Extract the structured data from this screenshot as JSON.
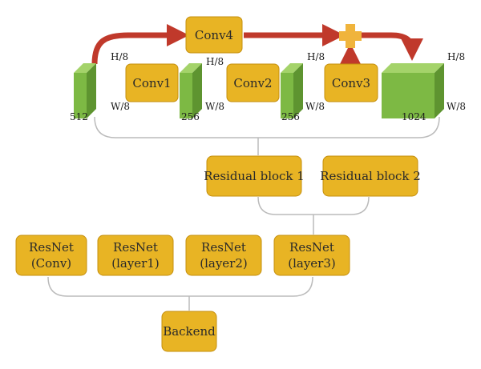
{
  "top_block": {
    "conv1": "Conv1",
    "conv2": "Conv2",
    "conv3": "Conv3",
    "conv4": "Conv4",
    "dims": {
      "input_h": "H/8",
      "input_w": "W/8",
      "input_c": "512",
      "feat1_h": "H/8",
      "feat1_w": "W/8",
      "feat1_c": "256",
      "feat2_h": "H/8",
      "feat2_w": "W/8",
      "feat2_c": "256",
      "out_h": "H/8",
      "out_w": "W/8",
      "out_c": "1024"
    }
  },
  "residual_blocks": [
    "Residual block 1",
    "Residual block 2"
  ],
  "resnet": [
    [
      "ResNet",
      "(Conv)"
    ],
    [
      "ResNet",
      "(layer1)"
    ],
    [
      "ResNet",
      "(layer2)"
    ],
    [
      "ResNet",
      "(layer3)"
    ]
  ],
  "backend": "Backend",
  "colors": {
    "box_fill": "#E8B424",
    "box_stroke": "#C58F0E",
    "cube_front": "#7DB944",
    "cube_top": "#A4D36A",
    "cube_side": "#5E9430",
    "arrow": "#C0392B",
    "plus": "#F0B43C",
    "bracket": "#BBBBBB"
  }
}
